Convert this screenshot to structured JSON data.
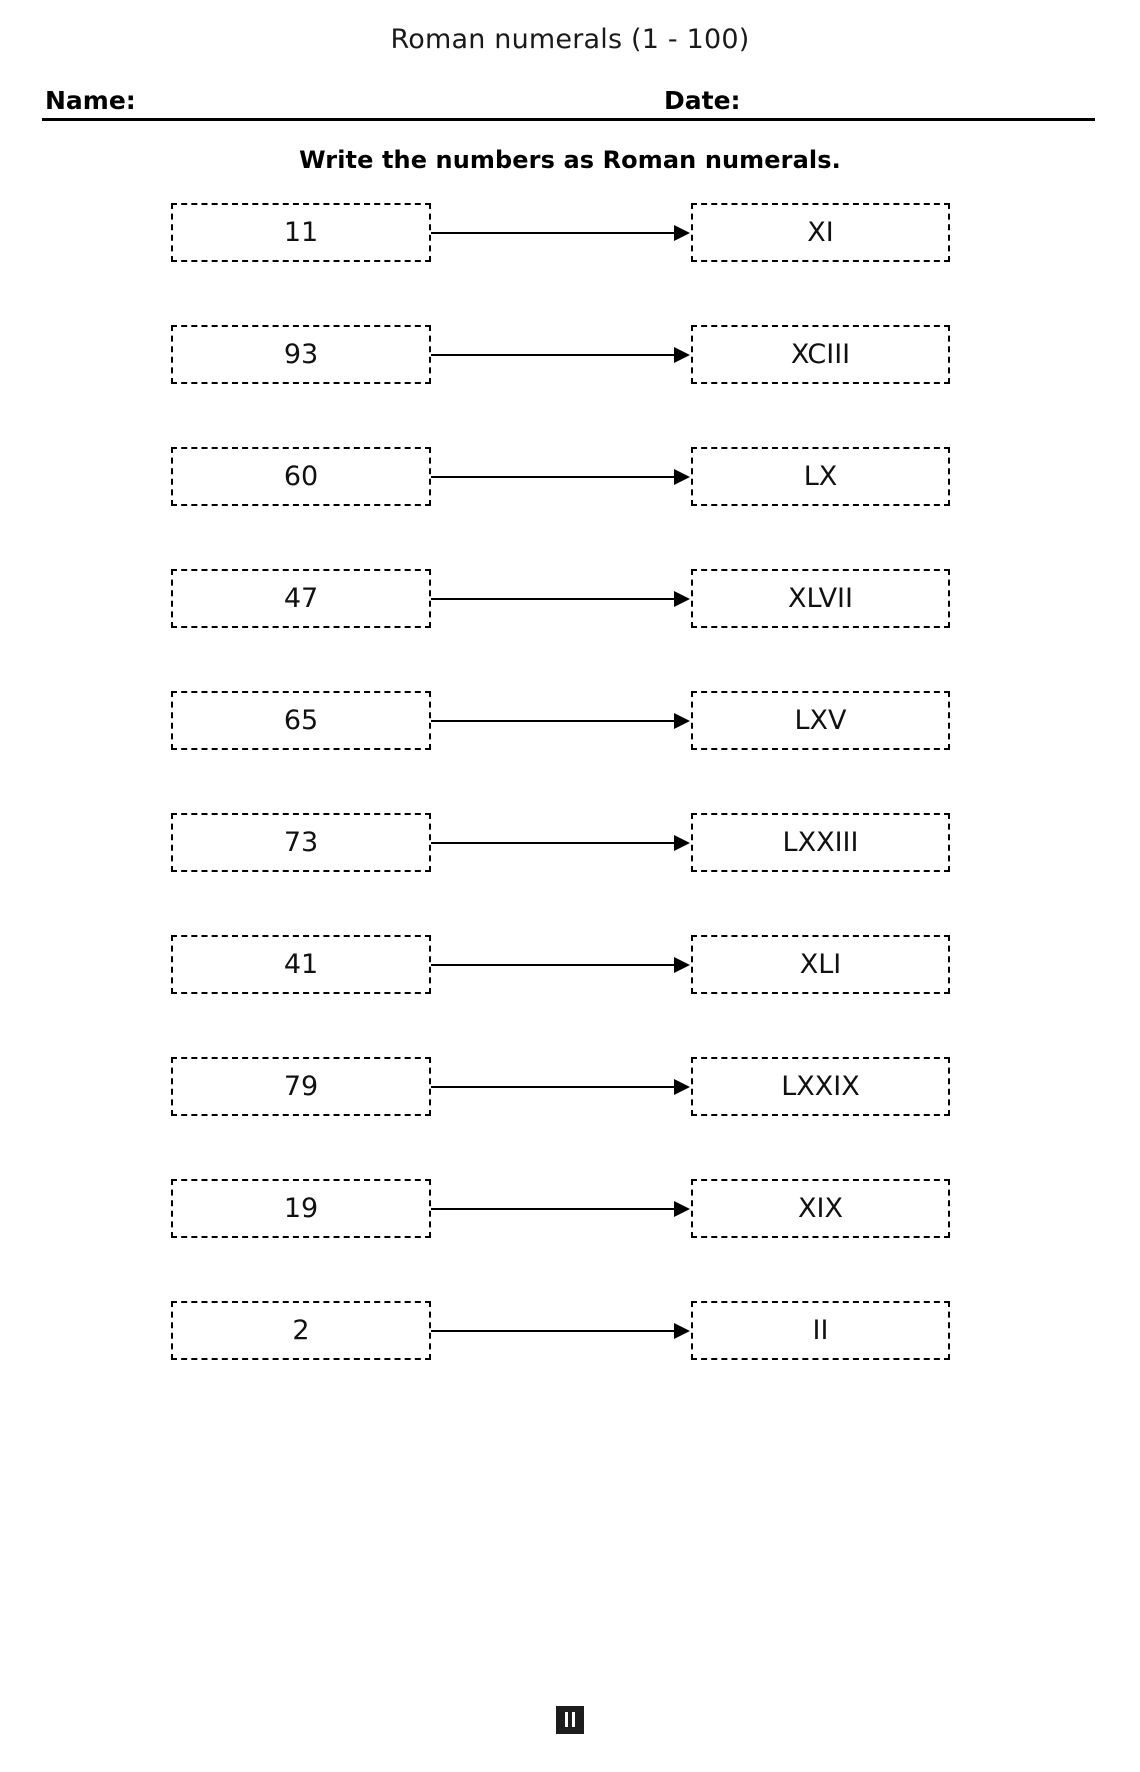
{
  "header": {
    "title": "Roman numerals (1 - 100)",
    "name_label": "Name:",
    "date_label": "Date:",
    "instruction": "Write the numbers as Roman numerals."
  },
  "problems": [
    {
      "number": "11",
      "numeral": "XI"
    },
    {
      "number": "93",
      "numeral": "XCIII"
    },
    {
      "number": "60",
      "numeral": "LX"
    },
    {
      "number": "47",
      "numeral": "XLVII"
    },
    {
      "number": "65",
      "numeral": "LXV"
    },
    {
      "number": "73",
      "numeral": "LXXIII"
    },
    {
      "number": "41",
      "numeral": "XLI"
    },
    {
      "number": "79",
      "numeral": "LXXIX"
    },
    {
      "number": "19",
      "numeral": "XIX"
    },
    {
      "number": "2",
      "numeral": "II"
    }
  ],
  "footer": {
    "logo_name": "worksheet-logo-mark"
  },
  "colors": {
    "ink": "#000000",
    "paper": "#ffffff",
    "logo": "#1c1c1c"
  }
}
